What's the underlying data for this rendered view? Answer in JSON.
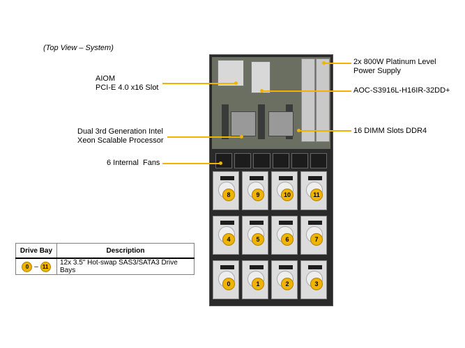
{
  "caption": "(Top View – System)",
  "callouts": {
    "aiom": "AIOM\nPCI-E 4.0 x16 Slot",
    "cpu": "Dual 3rd Generation Intel\nXeon Scalable Processor",
    "fans": "6 Internal  Fans",
    "psu": "2x 800W Platinum Level\nPower Supply",
    "aoc": "AOC-S3916L-H16IR-32DD+",
    "dimm": "16 DIMM Slots DDR4"
  },
  "bays": [
    "8",
    "9",
    "10",
    "11",
    "4",
    "5",
    "6",
    "7",
    "0",
    "1",
    "2",
    "3"
  ],
  "table": {
    "col1": "Drive Bay",
    "col2": "Description",
    "range_start": "0",
    "range_sep": "–",
    "range_end": "11",
    "description": "12x 3.5\" Hot-swap  SAS3/SATA3 Drive  Bays"
  },
  "colors": {
    "accent": "#f0b400"
  }
}
